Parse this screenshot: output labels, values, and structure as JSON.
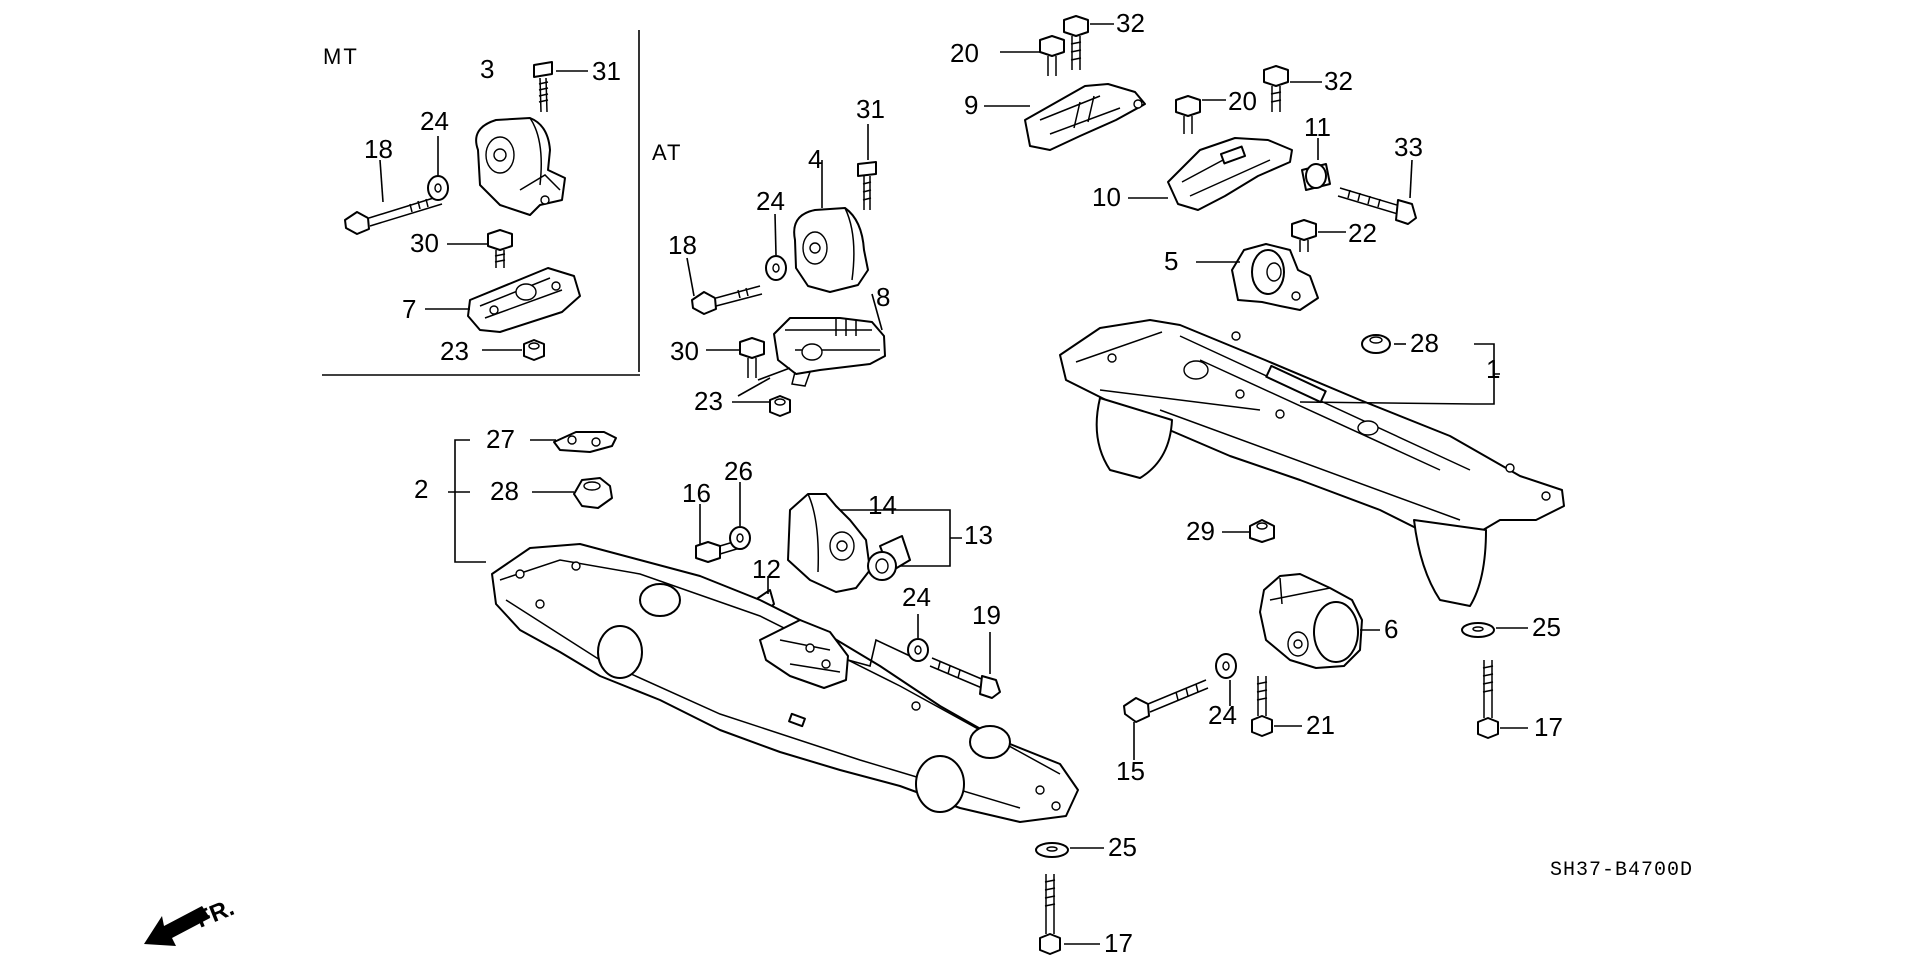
{
  "sections": {
    "mt": "MT",
    "at": "AT"
  },
  "diagram_code": "SH37-B4700D",
  "front_marker": "FR.",
  "callouts": {
    "c1": "1",
    "c2": "2",
    "c3": "3",
    "c4": "4",
    "c5": "5",
    "c6": "6",
    "c7": "7",
    "c8": "8",
    "c9": "9",
    "c10": "10",
    "c11": "11",
    "c12": "12",
    "c13": "13",
    "c14": "14",
    "c15": "15",
    "c16": "16",
    "c17a": "17",
    "c17b": "17",
    "c18a": "18",
    "c18b": "18",
    "c19": "19",
    "c20a": "20",
    "c20b": "20",
    "c21": "21",
    "c22": "22",
    "c23a": "23",
    "c23b": "23",
    "c24a": "24",
    "c24b": "24",
    "c24c": "24",
    "c24d": "24",
    "c25a": "25",
    "c25b": "25",
    "c26": "26",
    "c27": "27",
    "c28a": "28",
    "c28b": "28",
    "c29": "29",
    "c30a": "30",
    "c30b": "30",
    "c31a": "31",
    "c31b": "31",
    "c32a": "32",
    "c32b": "32",
    "c33": "33"
  }
}
